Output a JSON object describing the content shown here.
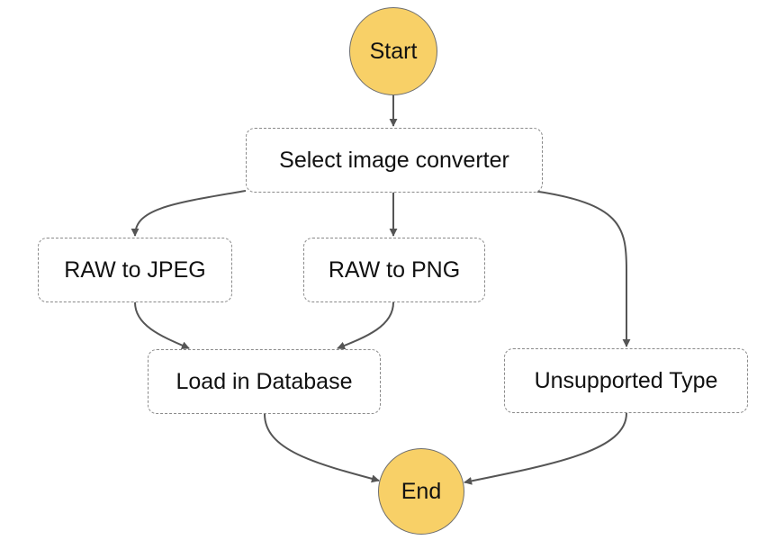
{
  "diagram": {
    "nodes": {
      "start": {
        "label": "Start"
      },
      "select_converter": {
        "label": "Select image converter"
      },
      "raw_to_jpeg": {
        "label": "RAW to JPEG"
      },
      "raw_to_png": {
        "label": "RAW to PNG"
      },
      "load_in_database": {
        "label": "Load in Database"
      },
      "unsupported_type": {
        "label": "Unsupported Type"
      },
      "end": {
        "label": "End"
      }
    },
    "edges": [
      {
        "from": "start",
        "to": "select_converter"
      },
      {
        "from": "select_converter",
        "to": "raw_to_jpeg"
      },
      {
        "from": "select_converter",
        "to": "raw_to_png"
      },
      {
        "from": "select_converter",
        "to": "unsupported_type"
      },
      {
        "from": "raw_to_jpeg",
        "to": "load_in_database"
      },
      {
        "from": "raw_to_png",
        "to": "load_in_database"
      },
      {
        "from": "load_in_database",
        "to": "end"
      },
      {
        "from": "unsupported_type",
        "to": "end"
      }
    ],
    "colors": {
      "terminal_fill": "#f8d067",
      "terminal_border": "#6e6e6e",
      "state_border": "#8a8a8a",
      "edge": "#555555",
      "text": "#111111"
    }
  }
}
